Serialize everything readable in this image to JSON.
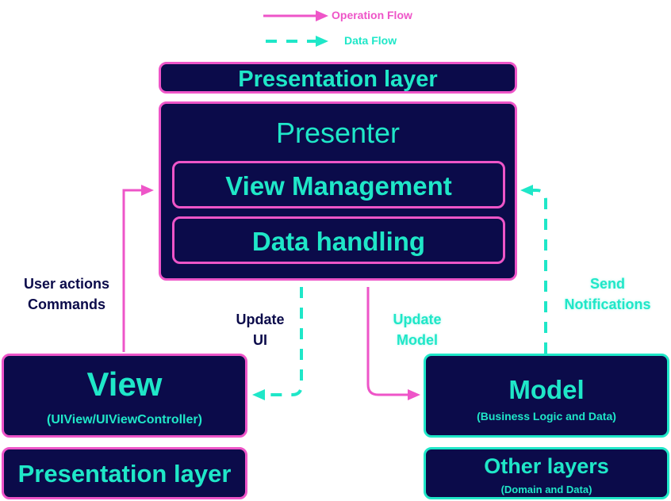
{
  "legend": {
    "operation_flow": "Operation Flow",
    "data_flow": "Data Flow"
  },
  "top_layer": {
    "title": "Presentation layer"
  },
  "presenter": {
    "title": "Presenter",
    "view_management": "View Management",
    "data_handling": "Data handling"
  },
  "view": {
    "title": "View",
    "subtitle": "(UIView/UIViewController)"
  },
  "view_layer": {
    "title": "Presentation layer"
  },
  "model": {
    "title": "Model",
    "subtitle": "(Business Logic and Data)"
  },
  "other_layers": {
    "title": "Other layers",
    "subtitle": "(Domain and Data)"
  },
  "labels": {
    "user_actions": [
      "User actions",
      "Commands"
    ],
    "update_ui": [
      "Update",
      "UI"
    ],
    "update_model": [
      "Update",
      "Model"
    ],
    "send_notifications": [
      "Send",
      "Notifications"
    ]
  },
  "colors": {
    "navy": "#0b0b4a",
    "pink": "#ee55c8",
    "teal": "#1fe7c8"
  }
}
